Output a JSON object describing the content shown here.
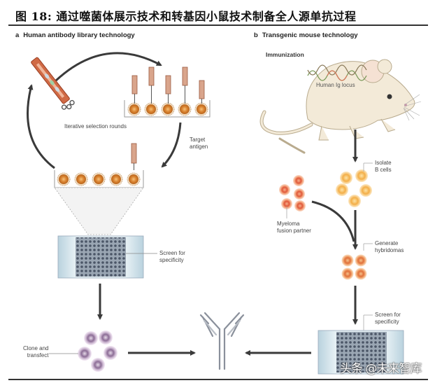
{
  "figure": {
    "title": "图 18: 通过噬菌体展示技术和转基因小鼠技术制备全人源单抗过程"
  },
  "panel_a": {
    "letter": "a",
    "title": "Human antibody library technology",
    "labels": {
      "iterative": "Iterative selection rounds",
      "target_antigen": [
        "Target",
        "antigen"
      ],
      "screen": [
        "Screen for",
        "specificity"
      ],
      "clone": [
        "Clone and",
        "transfect"
      ]
    },
    "phage_count_top": 5,
    "cell_count_bottom": 5
  },
  "panel_b": {
    "letter": "b",
    "title": "Transgenic mouse technology",
    "immunization": "Immunization",
    "labels": {
      "locus": "Human Ig locus",
      "isolate": [
        "Isolate",
        "B cells"
      ],
      "myeloma": [
        "Myeloma",
        "fusion partner"
      ],
      "hybridomas": [
        "Generate",
        "hybridomas"
      ],
      "screen": [
        "Screen for",
        "specificity"
      ]
    }
  },
  "colors": {
    "arrow": "#3a3a3a",
    "phage": "#c8553a",
    "bcell": "#f2a23c",
    "myeloma": "#e0583a",
    "clone": "#a58ab0",
    "antibody": "#9aa0ab",
    "mouse": "#f3ead8",
    "plate": "#c9dde6"
  },
  "watermark": "头条 @未来智库"
}
